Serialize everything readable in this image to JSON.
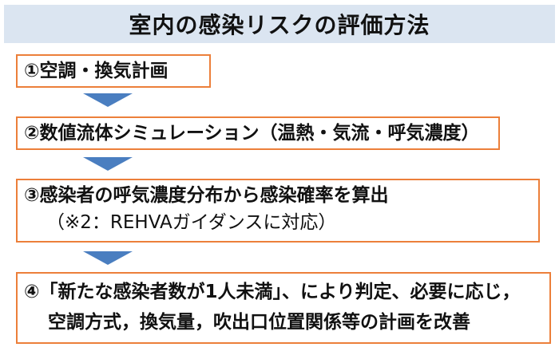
{
  "title": "室内の感染リスクの評価方法",
  "steps": [
    {
      "line1": "①空調・換気計画"
    },
    {
      "line1": "②数値流体シミュレーション（温熱・気流・呼気濃度）"
    },
    {
      "line1": "③感染者の呼気濃度分布から感染確率を算出",
      "line2": "（※2：REHVAガイダンスに対応）"
    },
    {
      "line1": "④「新たな感染者数が1人未満」、により判定、必要に応じ，",
      "line2": "空調方式，換気量，吹出口位置関係等の計画を改善"
    }
  ],
  "colors": {
    "title_bg": "#dbe5f1",
    "box_border": "#ec7f3a",
    "arrow": "#4a7ec0"
  }
}
